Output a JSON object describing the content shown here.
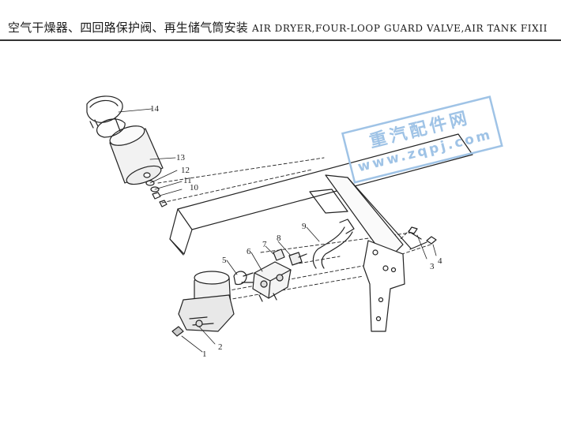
{
  "title": {
    "cn": "空气干燥器、四回路保护阀、再生储气筒安装",
    "en": "AIR DRYER,FOUR-LOOP GUARD VALVE,AIR TANK FIXII"
  },
  "watermark": {
    "cn": "重汽配件网",
    "url": "www.zqpj.com",
    "color": "#9fc3e6"
  },
  "callouts": [
    "1",
    "2",
    "3",
    "4",
    "5",
    "6",
    "7",
    "8",
    "9",
    "10",
    "11",
    "12",
    "13",
    "14"
  ]
}
